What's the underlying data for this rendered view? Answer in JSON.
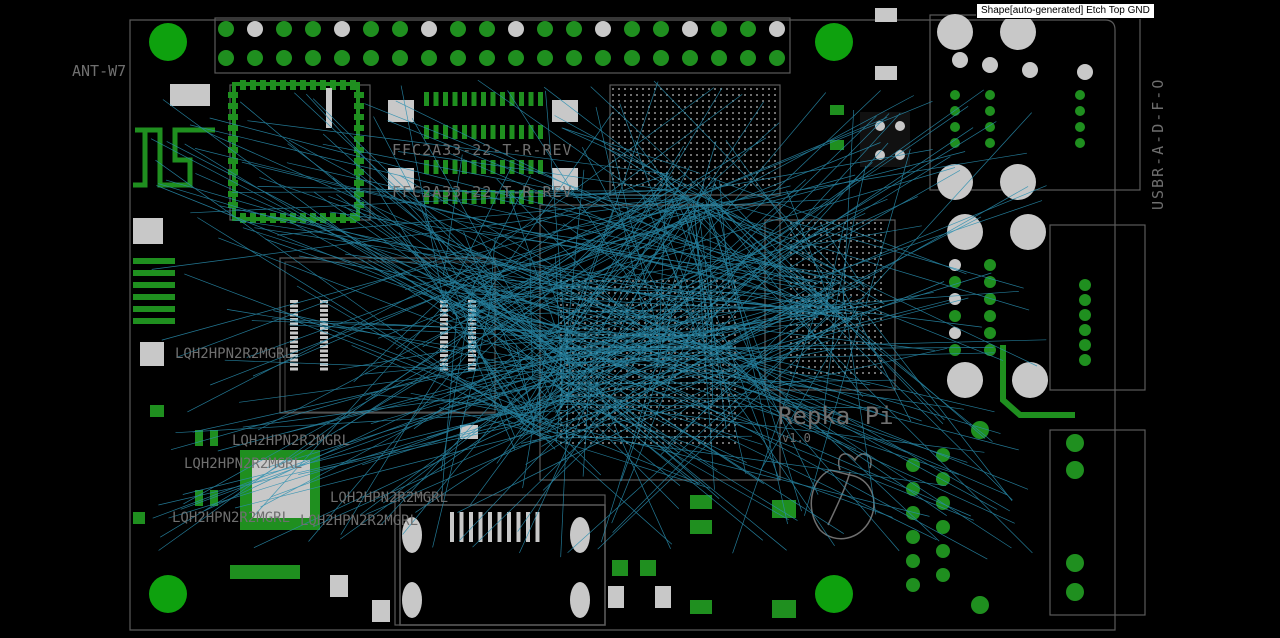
{
  "status_tooltip": "Shape[auto-generated]  Etch  Top  GND",
  "labels": {
    "ant": "ANT-W7",
    "ffc_1": "FFC2A33-22-T-R-REV",
    "ffc_2": "FFC2A33-22-T-R-REV",
    "lqh_1": "LQH2HPN2R2MGRL",
    "lqh_2": "LQH2HPN2R2MGRL",
    "lqh_3": "LQH2HPN2R2MGRL",
    "lqh_4": "LQH2HPN2R2MGRL",
    "lqh_5": "LQH2HPN2R2MGRL",
    "lqh_6": "LQH2HPN2R2MGRL",
    "usb": "USBR-A-D-F-O",
    "brand": "Repka Pi",
    "version": "v1.0"
  },
  "colors": {
    "background": "#000000",
    "copper": "#1f8f1f",
    "pad": "#c8c8c8",
    "ratsnest": "#2a8fb0",
    "silkscreen": "#6f6f6f",
    "mounting_hole": "#0ea10e"
  }
}
